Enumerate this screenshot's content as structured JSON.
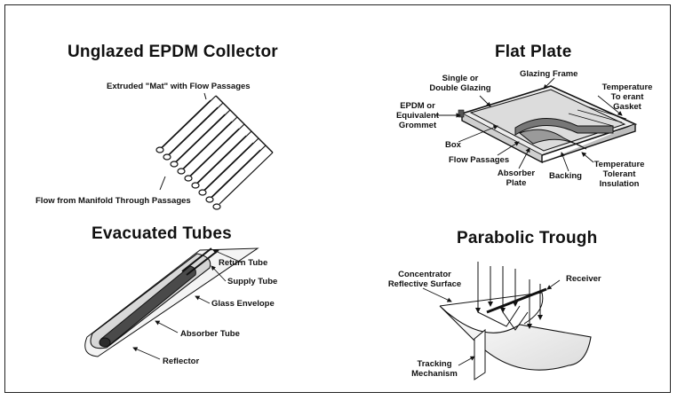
{
  "panels": {
    "epdm": {
      "title": "Unglazed EPDM Collector",
      "labels": {
        "mat": "Extruded \"Mat\" with Flow Passages",
        "flow": "Flow from Manifold Through Passages"
      }
    },
    "flat": {
      "title": "Flat Plate",
      "labels": {
        "glazing_l1": "Single or",
        "glazing_l2": "Double Glazing",
        "frame": "Glazing Frame",
        "grommet_l1": "EPDM or",
        "grommet_l2": "Equivalent",
        "grommet_l3": "Grommet",
        "gasket_l1": "Temperature",
        "gasket_l2": "To erant",
        "gasket_l3": "Gasket",
        "box": "Box",
        "flow": "Flow Passages",
        "absorber_l1": "Absorber",
        "absorber_l2": "Plate",
        "backing": "Backing",
        "insulation_l1": "Temperature",
        "insulation_l2": "Tolerant",
        "insulation_l3": "Insulation"
      }
    },
    "evac": {
      "title": "Evacuated Tubes",
      "labels": {
        "return": "Return Tube",
        "supply": "Supply Tube",
        "glass": "Glass Envelope",
        "absorber": "Absorber Tube",
        "reflector": "Reflector"
      }
    },
    "trough": {
      "title": "Parabolic Trough",
      "labels": {
        "concentrator_l1": "Concentrator",
        "concentrator_l2": "Reflective Surface",
        "receiver": "Receiver",
        "tracking_l1": "Tracking",
        "tracking_l2": "Mechanism"
      }
    }
  }
}
